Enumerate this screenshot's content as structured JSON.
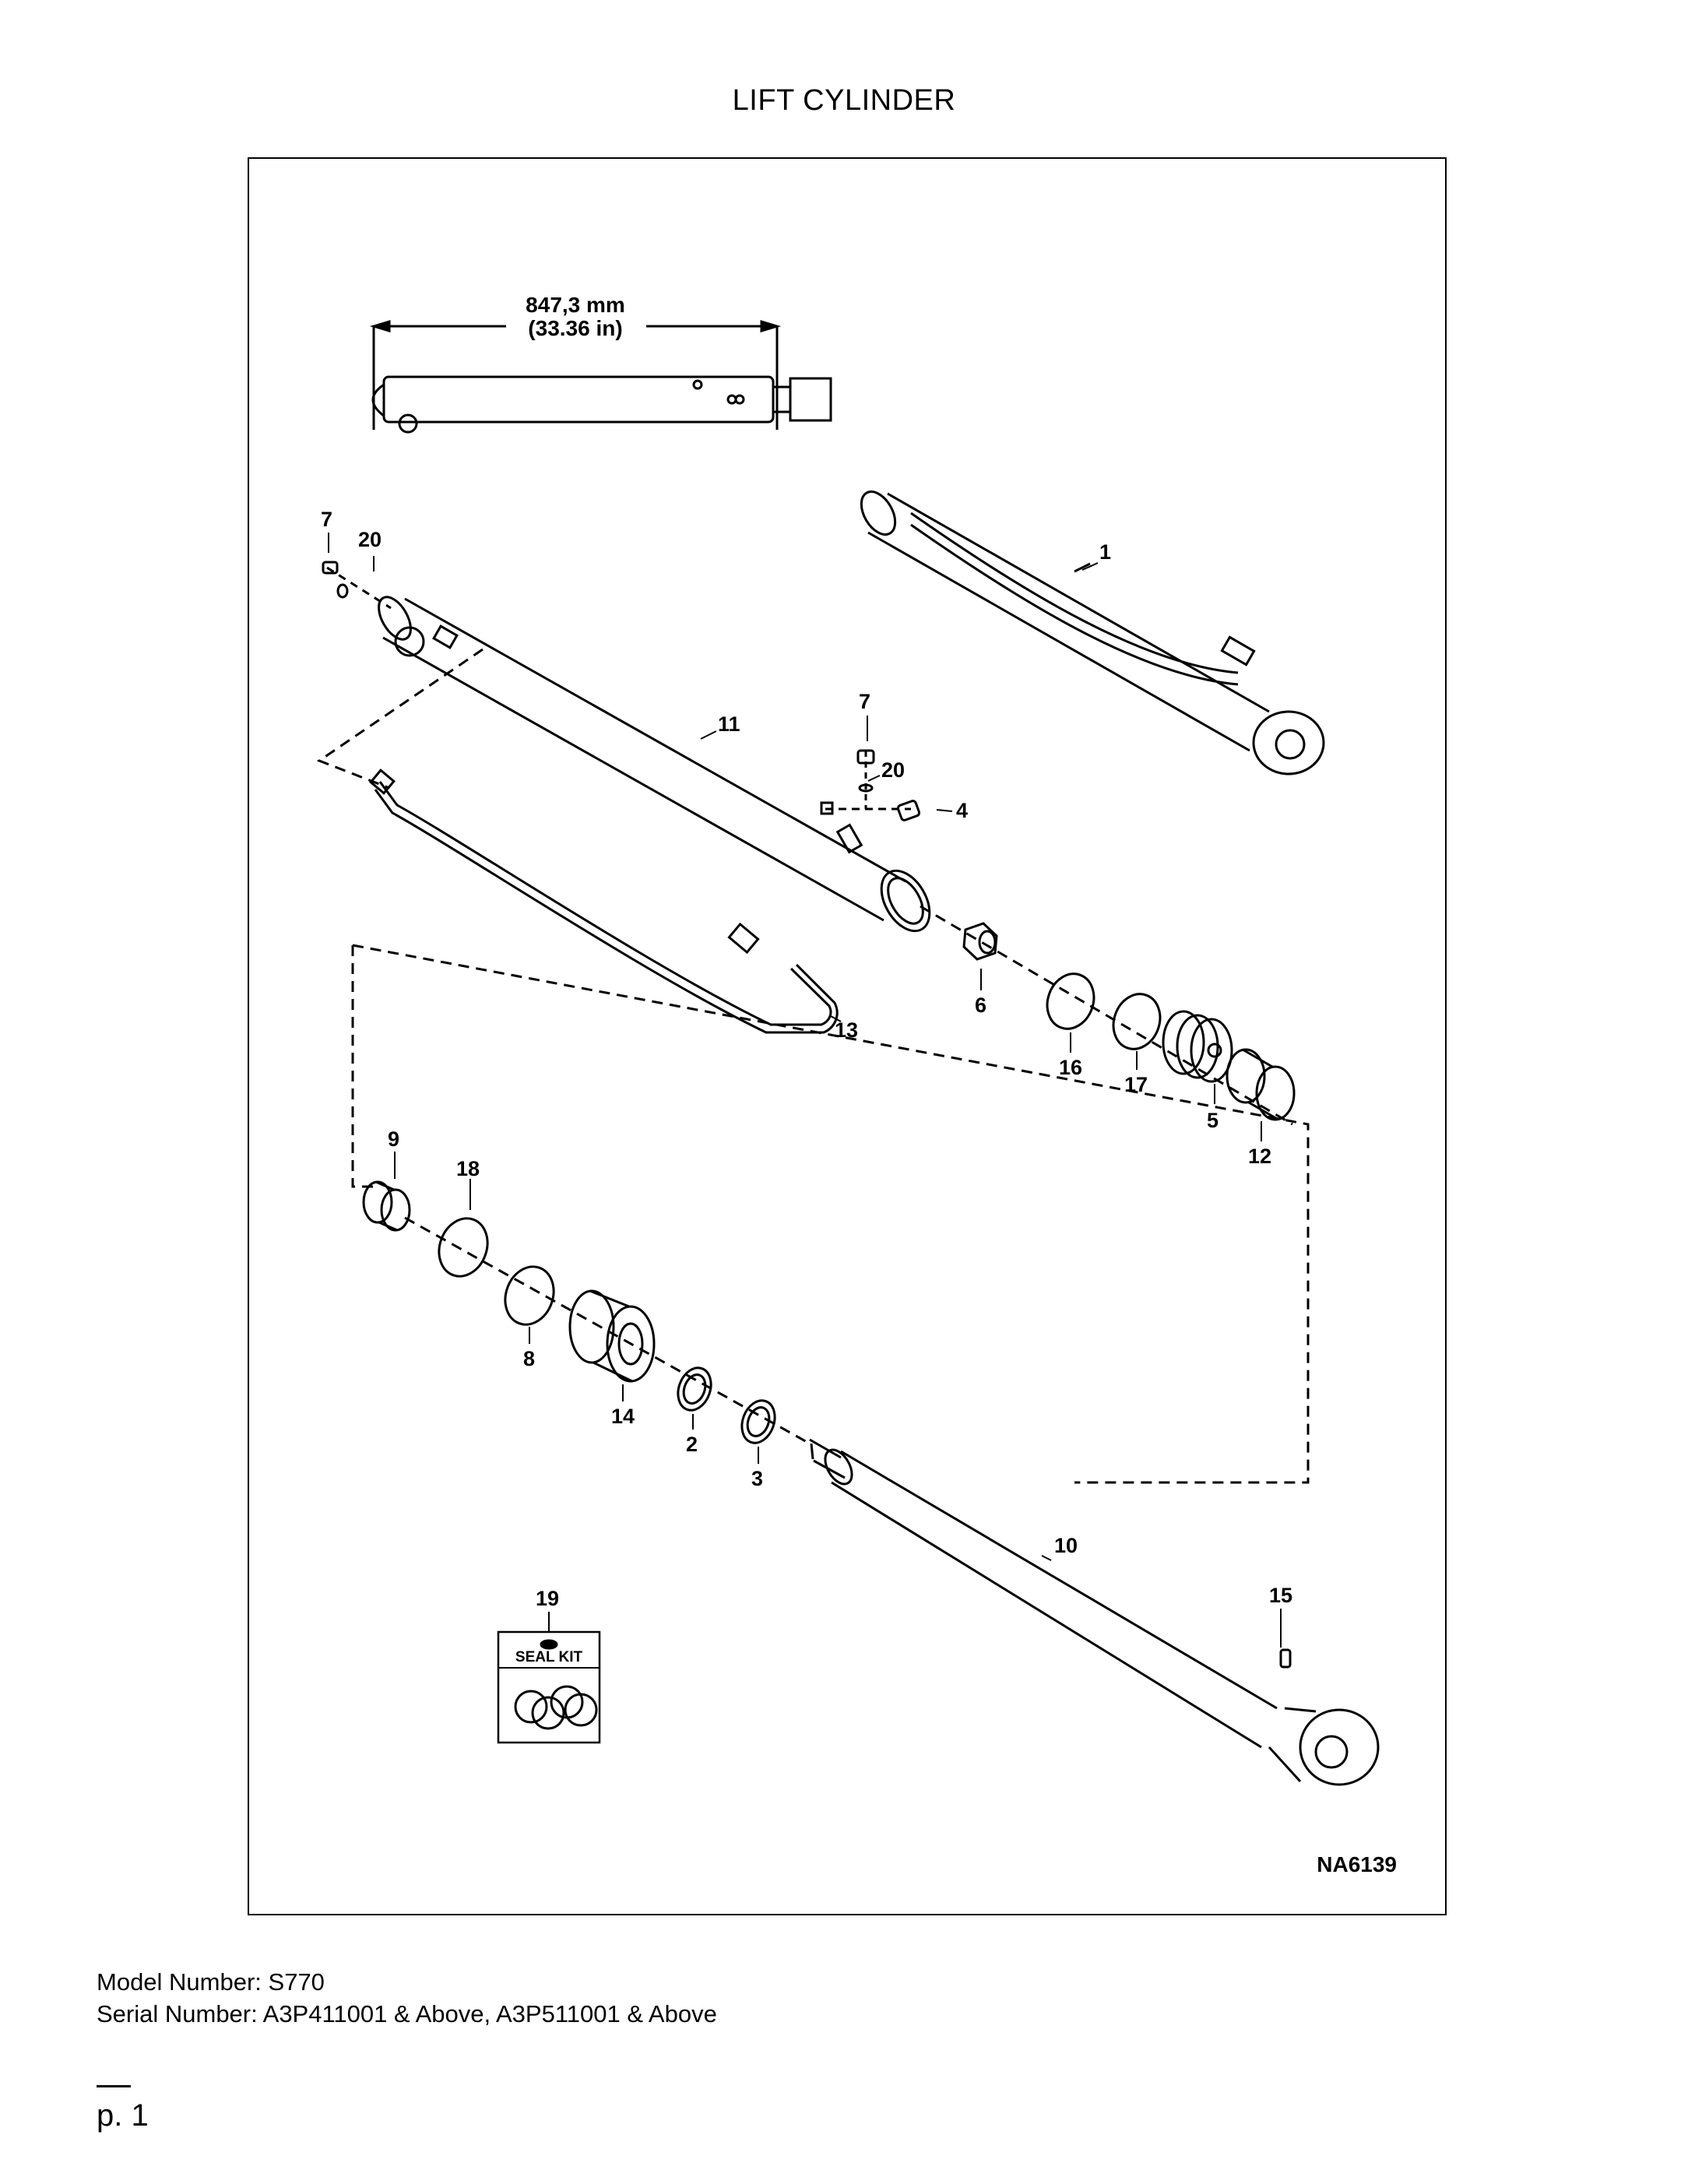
{
  "page": {
    "title": "LIFT CYLINDER",
    "page_number": "p. 1"
  },
  "diagram": {
    "figure_code": "NA6139",
    "dimension": {
      "metric": "847,3 mm",
      "imperial": "(33.36 in)"
    },
    "seal_kit_label": "SEAL KIT",
    "callouts": {
      "c1": "1",
      "c2": "2",
      "c3": "3",
      "c4": "4",
      "c5": "5",
      "c6": "6",
      "c7a": "7",
      "c7b": "7",
      "c8": "8",
      "c9": "9",
      "c10": "10",
      "c11": "11",
      "c12": "12",
      "c13": "13",
      "c14": "14",
      "c15": "15",
      "c16": "16",
      "c17": "17",
      "c18": "18",
      "c19": "19",
      "c20a": "20",
      "c20b": "20"
    }
  },
  "footer": {
    "model_number": "Model Number: S770",
    "serial_number": "Serial Number: A3P411001 & Above, A3P511001 & Above"
  }
}
